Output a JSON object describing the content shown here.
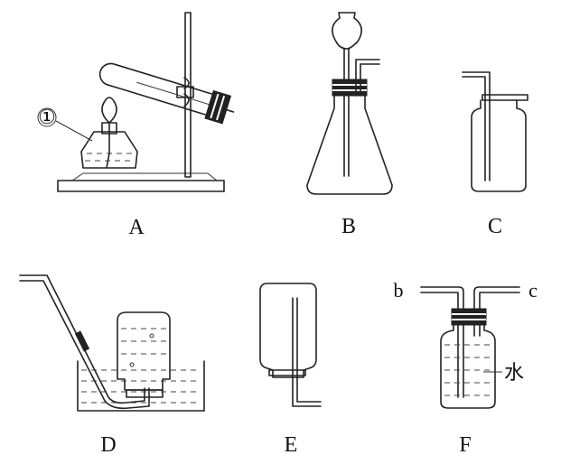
{
  "apparatus": [
    {
      "id": "A",
      "label": "A"
    },
    {
      "id": "B",
      "label": "B"
    },
    {
      "id": "C",
      "label": "C"
    },
    {
      "id": "D",
      "label": "D"
    },
    {
      "id": "E",
      "label": "E"
    },
    {
      "id": "F",
      "label": "F"
    }
  ],
  "annotations": {
    "marker_1": "①",
    "port_b": "b",
    "port_c": "c",
    "water": "水"
  }
}
